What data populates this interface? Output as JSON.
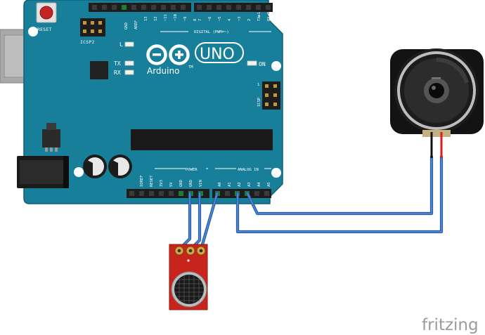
{
  "board": {
    "reset_label": "RESET",
    "icsp2_label": "ICSP2",
    "icsp_label": "ICSP",
    "aref_label": "AREF",
    "gnd_label": "GND",
    "digital_pins": [
      "13",
      "12",
      "~11",
      "~10",
      "~9",
      "8"
    ],
    "digital_pins_right": [
      "7",
      "~6",
      "~5",
      "4",
      "~3",
      "2",
      "TX▶1",
      "RX◀0"
    ],
    "digital_label": "DIGITAL (PWM=~)",
    "led_l_label": "L",
    "tx_label": "TX",
    "rx_label": "RX",
    "on_label": "ON",
    "logo_uno": "UNO",
    "logo_brand": "Arduino",
    "logo_tm": "TM",
    "power_label": "POWER",
    "power_pins": [
      "IOREF",
      "RESET",
      "3V3",
      "5V",
      "GND",
      "GND",
      "VIN"
    ],
    "analog_label": "ANALOG IN",
    "analog_pins": [
      "A0",
      "A1",
      "A2",
      "A3",
      "A4",
      "A5"
    ]
  },
  "watermark": "fritzing",
  "colors": {
    "board": "#177f9a",
    "board_edge": "#0f5f74",
    "wire": "#2c5a96",
    "wire_highlight": "#4b8be0",
    "mic_board": "#c8241c",
    "speaker_lead_black": "#111111",
    "speaker_lead_red": "#d81e1e"
  }
}
